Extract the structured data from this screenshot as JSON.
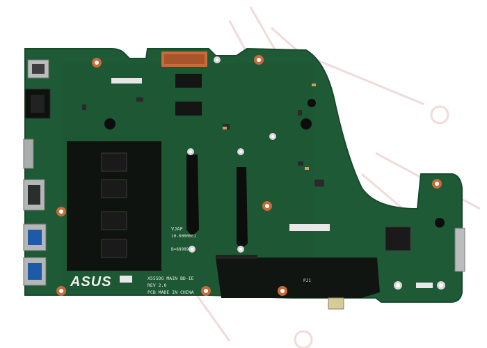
{
  "photo": {
    "colors": {
      "pcb": "#1f5a37",
      "pcb_dark": "#164829",
      "shield": "#111511",
      "silkscreen": "#e7ece6",
      "copper_pad": "#c86a3a",
      "watermark": "#f0d0d0"
    },
    "logo_text": "ASUS",
    "silkscreen": {
      "model": "X555DG MAIN BD-IE",
      "revision": "REV  2.0",
      "origin": "PCB MADE IN CHINA",
      "label_a": "VJAF",
      "label_b": "10-0000001",
      "label_c": "B=88989",
      "label_d": "PJ1"
    }
  }
}
